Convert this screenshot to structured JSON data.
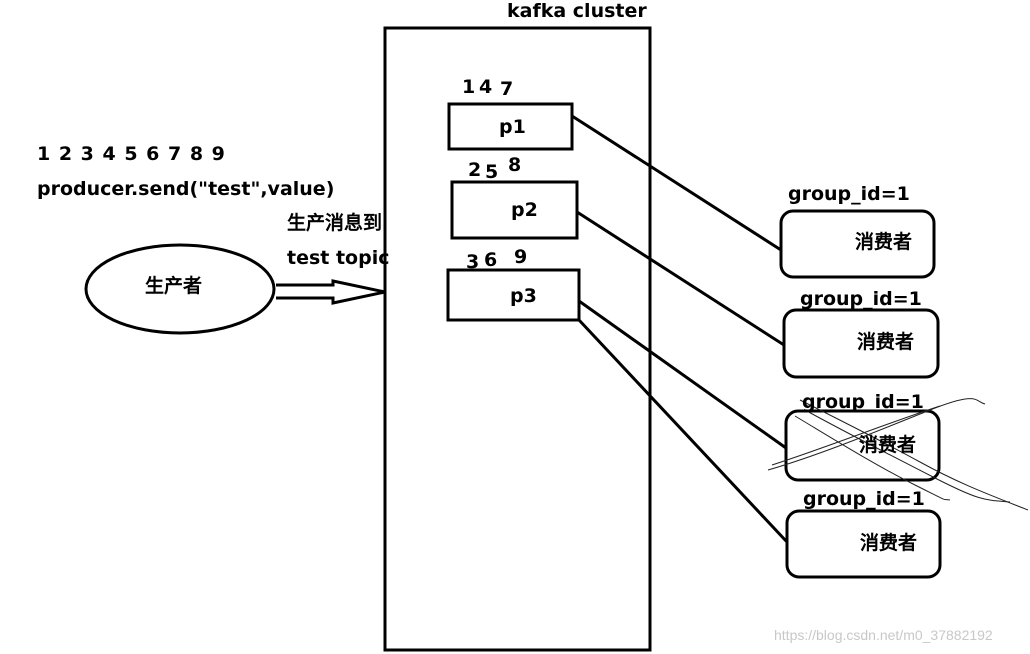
{
  "cluster": {
    "title": "kafka cluster"
  },
  "producer": {
    "label": "生产者",
    "numbers": "1 2 3 4 5 6 7 8 9",
    "send_code": "producer.send(\"test\",value)",
    "arrow_label_line1": "生产消息到",
    "arrow_label_line2": "test topic"
  },
  "partitions": [
    {
      "label": "p1",
      "numbers": [
        "1",
        "4",
        "7"
      ]
    },
    {
      "label": "p2",
      "numbers": [
        "2",
        "5",
        "8"
      ]
    },
    {
      "label": "p3",
      "numbers": [
        "3",
        "6",
        "9"
      ]
    }
  ],
  "consumers": [
    {
      "group": "group_id=1",
      "label": "消费者",
      "crossed_out": false
    },
    {
      "group": "group_id=1",
      "label": "消费者",
      "crossed_out": false
    },
    {
      "group": "group_id=1",
      "label": "消费者",
      "crossed_out": true
    },
    {
      "group": "group_id=1",
      "label": "消费者",
      "crossed_out": false
    }
  ],
  "watermark": "https://blog.csdn.net/m0_37882192",
  "colors": {
    "stroke": "#000000",
    "background": "#ffffff",
    "watermark": "#c8c8c8"
  }
}
